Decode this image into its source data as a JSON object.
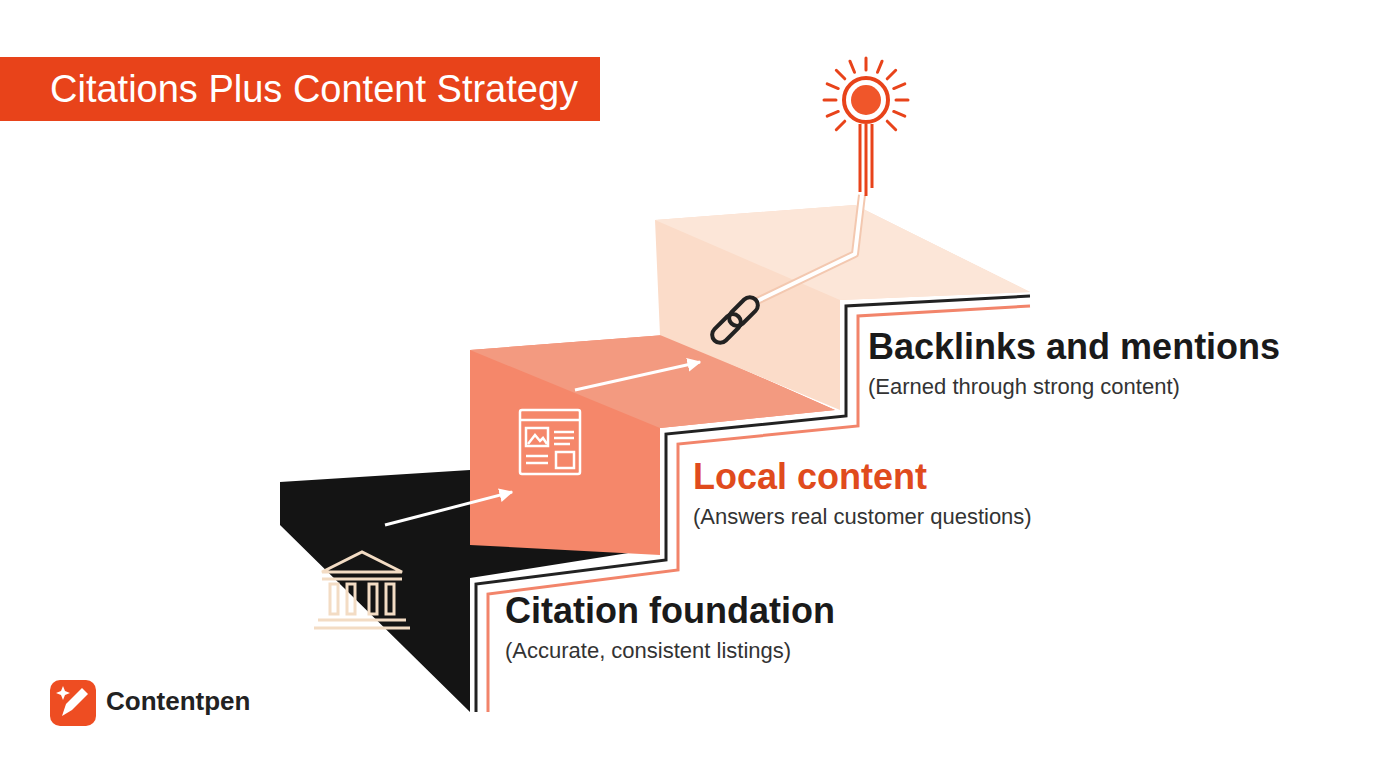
{
  "diagram": {
    "title": "Citations Plus Content Strategy",
    "nodes": [
      {
        "text": [
          "Citation foundation",
          "(Accurate, consistent listings)"
        ]
      },
      {
        "text": [
          "Local content",
          "(Answers real customer questions)"
        ]
      },
      {
        "text": [
          "Backlinks and mentions",
          "(Earned through strong content)"
        ]
      }
    ],
    "edges": [
      {
        "from": 0,
        "to": 1,
        "arrow": "to"
      },
      {
        "from": 1,
        "to": 2,
        "arrow": "to"
      }
    ],
    "labels": [
      "Contentpen"
    ]
  }
}
